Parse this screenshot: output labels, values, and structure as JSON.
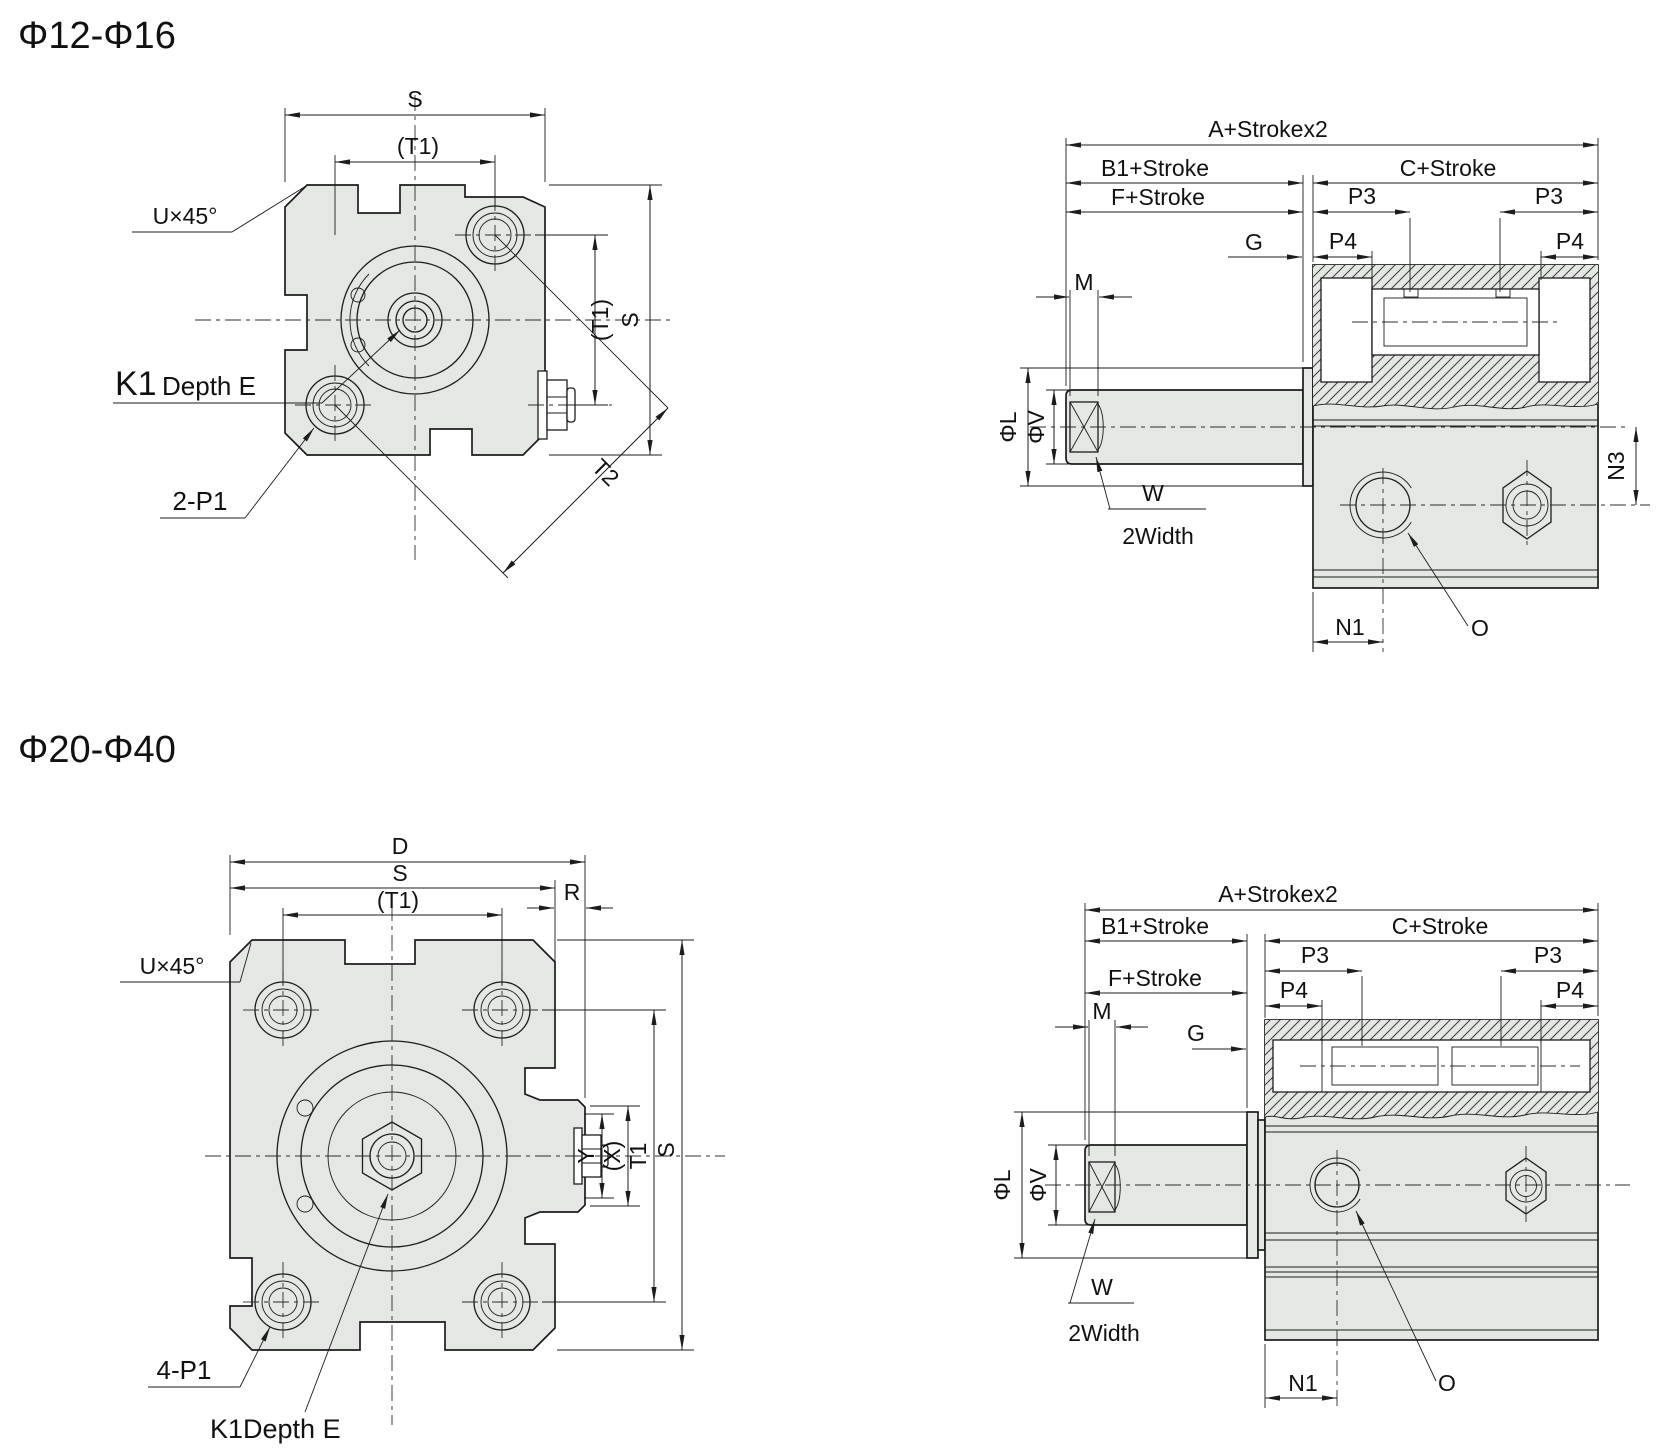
{
  "page": {
    "title_small": "Φ12-Φ16",
    "title_large": "Φ20-Φ40",
    "background": "#ffffff",
    "line_color": "#1c1c1c",
    "metal_fill": "#e4e7e4"
  },
  "front_small": {
    "dim_s_top": "S",
    "dim_t1_top": "(T1)",
    "chamfer_note": "U×45°",
    "k1_label": "K1",
    "k1_depth": "Depth E",
    "port_note": "2-P1",
    "dim_t1_side": "(T1)",
    "dim_s_side": "S",
    "dim_t2": "T2"
  },
  "side_small": {
    "dim_a": "A+Strokex2",
    "dim_b1": "B1+Stroke",
    "dim_c": "C+Stroke",
    "dim_f": "F+Stroke",
    "dim_p3": "P3",
    "dim_p4": "P4",
    "dim_g": "G",
    "dim_m": "M",
    "dim_phi_l": "ΦL",
    "dim_phi_v": "ΦV",
    "rod_flat": "W",
    "rod_flat_note": "2Width",
    "dim_n1": "N1",
    "port_label": "O",
    "dim_n3": "N3"
  },
  "front_large": {
    "dim_d": "D",
    "dim_s_top": "S",
    "dim_t1_top": "(T1)",
    "dim_r": "R",
    "chamfer_note": "U×45°",
    "dim_y": "Y",
    "dim_x": "(X)",
    "dim_t1_side": "T1",
    "dim_s_side": "S",
    "port_note": "4-P1",
    "k1_note": "K1Depth E"
  },
  "side_large": {
    "dim_a": "A+Strokex2",
    "dim_b1": "B1+Stroke",
    "dim_c": "C+Stroke",
    "dim_f": "F+Stroke",
    "dim_p3": "P3",
    "dim_p4": "P4",
    "dim_g": "G",
    "dim_m": "M",
    "dim_phi_l": "ΦL",
    "dim_phi_v": "ΦV",
    "rod_flat": "W",
    "rod_flat_note": "2Width",
    "dim_n1": "N1",
    "port_label": "O"
  }
}
